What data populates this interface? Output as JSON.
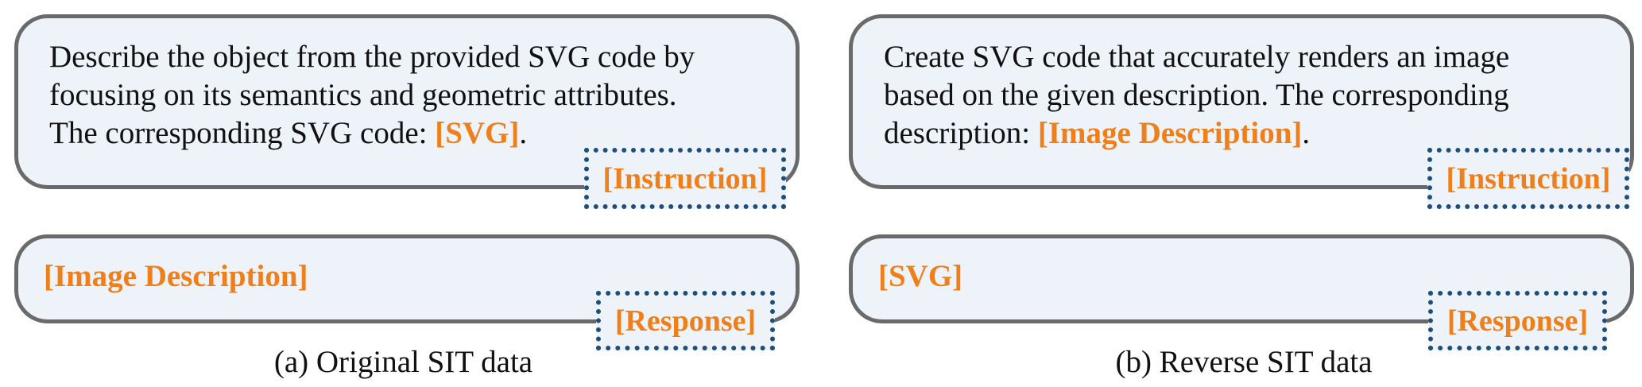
{
  "panel_a": {
    "instruction": {
      "line1": "Describe the object from the provided SVG code by",
      "line2": "focusing on its semantics and geometric attributes.",
      "line3_prefix": "The corresponding SVG code: ",
      "line3_highlight": "[SVG]",
      "line3_suffix": "."
    },
    "instruction_tag": "[Instruction]",
    "response": "[Image Description]",
    "response_tag": "[Response]",
    "caption": "(a) Original SIT data"
  },
  "panel_b": {
    "instruction": {
      "line1": "Create SVG code that accurately renders an image",
      "line2": "based on the given description. The corresponding",
      "line3_prefix": "description: ",
      "line3_highlight": "[Image Description]",
      "line3_suffix": "."
    },
    "instruction_tag": "[Instruction]",
    "response": "[SVG]",
    "response_tag": "[Response]",
    "caption": "(b) Reverse SIT data"
  },
  "colors": {
    "highlight": "#ef7f1a",
    "bubble_fill": "#eef3f9",
    "bubble_border": "#6a6a6a",
    "tag_border": "#1e4f7a"
  }
}
